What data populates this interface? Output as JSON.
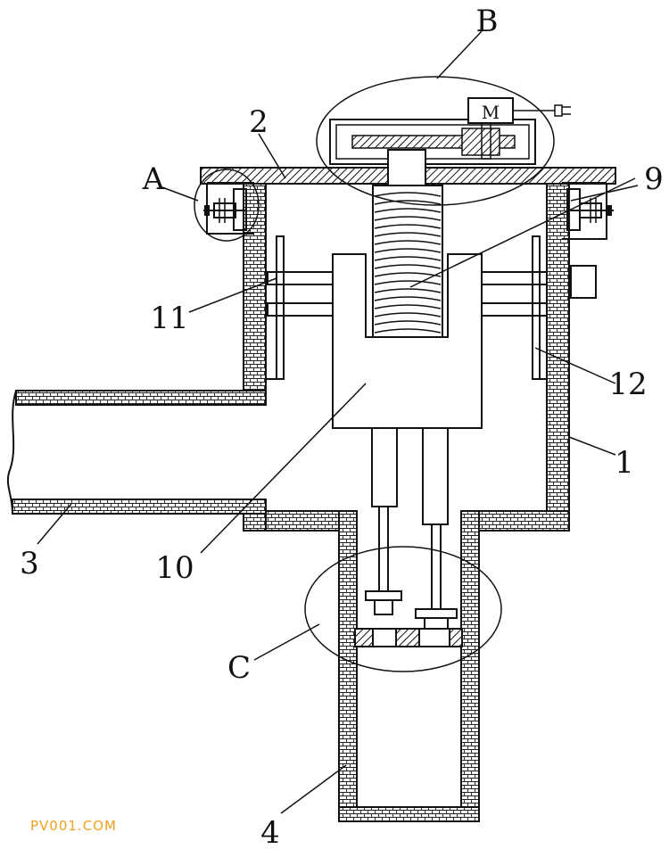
{
  "labels": {
    "A": "A",
    "B": "B",
    "C": "C",
    "n1": "1",
    "n2": "2",
    "n3": "3",
    "n4": "4",
    "n9": "9",
    "n10": "10",
    "n11": "11",
    "n12": "12",
    "motor": "M"
  },
  "watermark": "PV001.COM",
  "colors": {
    "line": "#111111",
    "watermark": "#f0a020",
    "background": "#ffffff"
  }
}
